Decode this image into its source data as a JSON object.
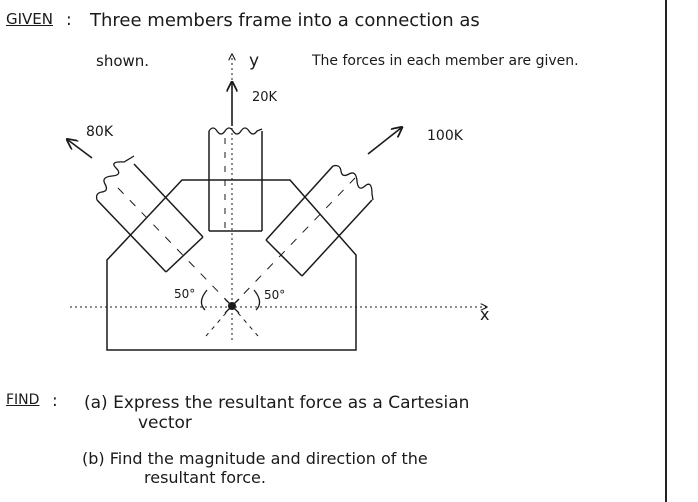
{
  "given": {
    "label": "GIVEN",
    "colon": ":",
    "line1": "Three members frame into a connection as",
    "line2_start": "shown.",
    "line2_end": "The forces in each member are given."
  },
  "diagram": {
    "y_axis_label": "y",
    "x_axis_label": "x",
    "force_top": "20K",
    "force_left": "80K",
    "force_right": "100K",
    "angle_left": "50°",
    "angle_right": "50°"
  },
  "find": {
    "label": "FIND",
    "colon": ":",
    "a_line1": "(a) Express the resultant force as a Cartesian",
    "a_line2": "vector",
    "b_line1": "(b) Find the magnitude and direction of the",
    "b_line2": "resultant force."
  },
  "colors": {
    "ink": "#1a1a1a",
    "paper": "#ffffff"
  }
}
